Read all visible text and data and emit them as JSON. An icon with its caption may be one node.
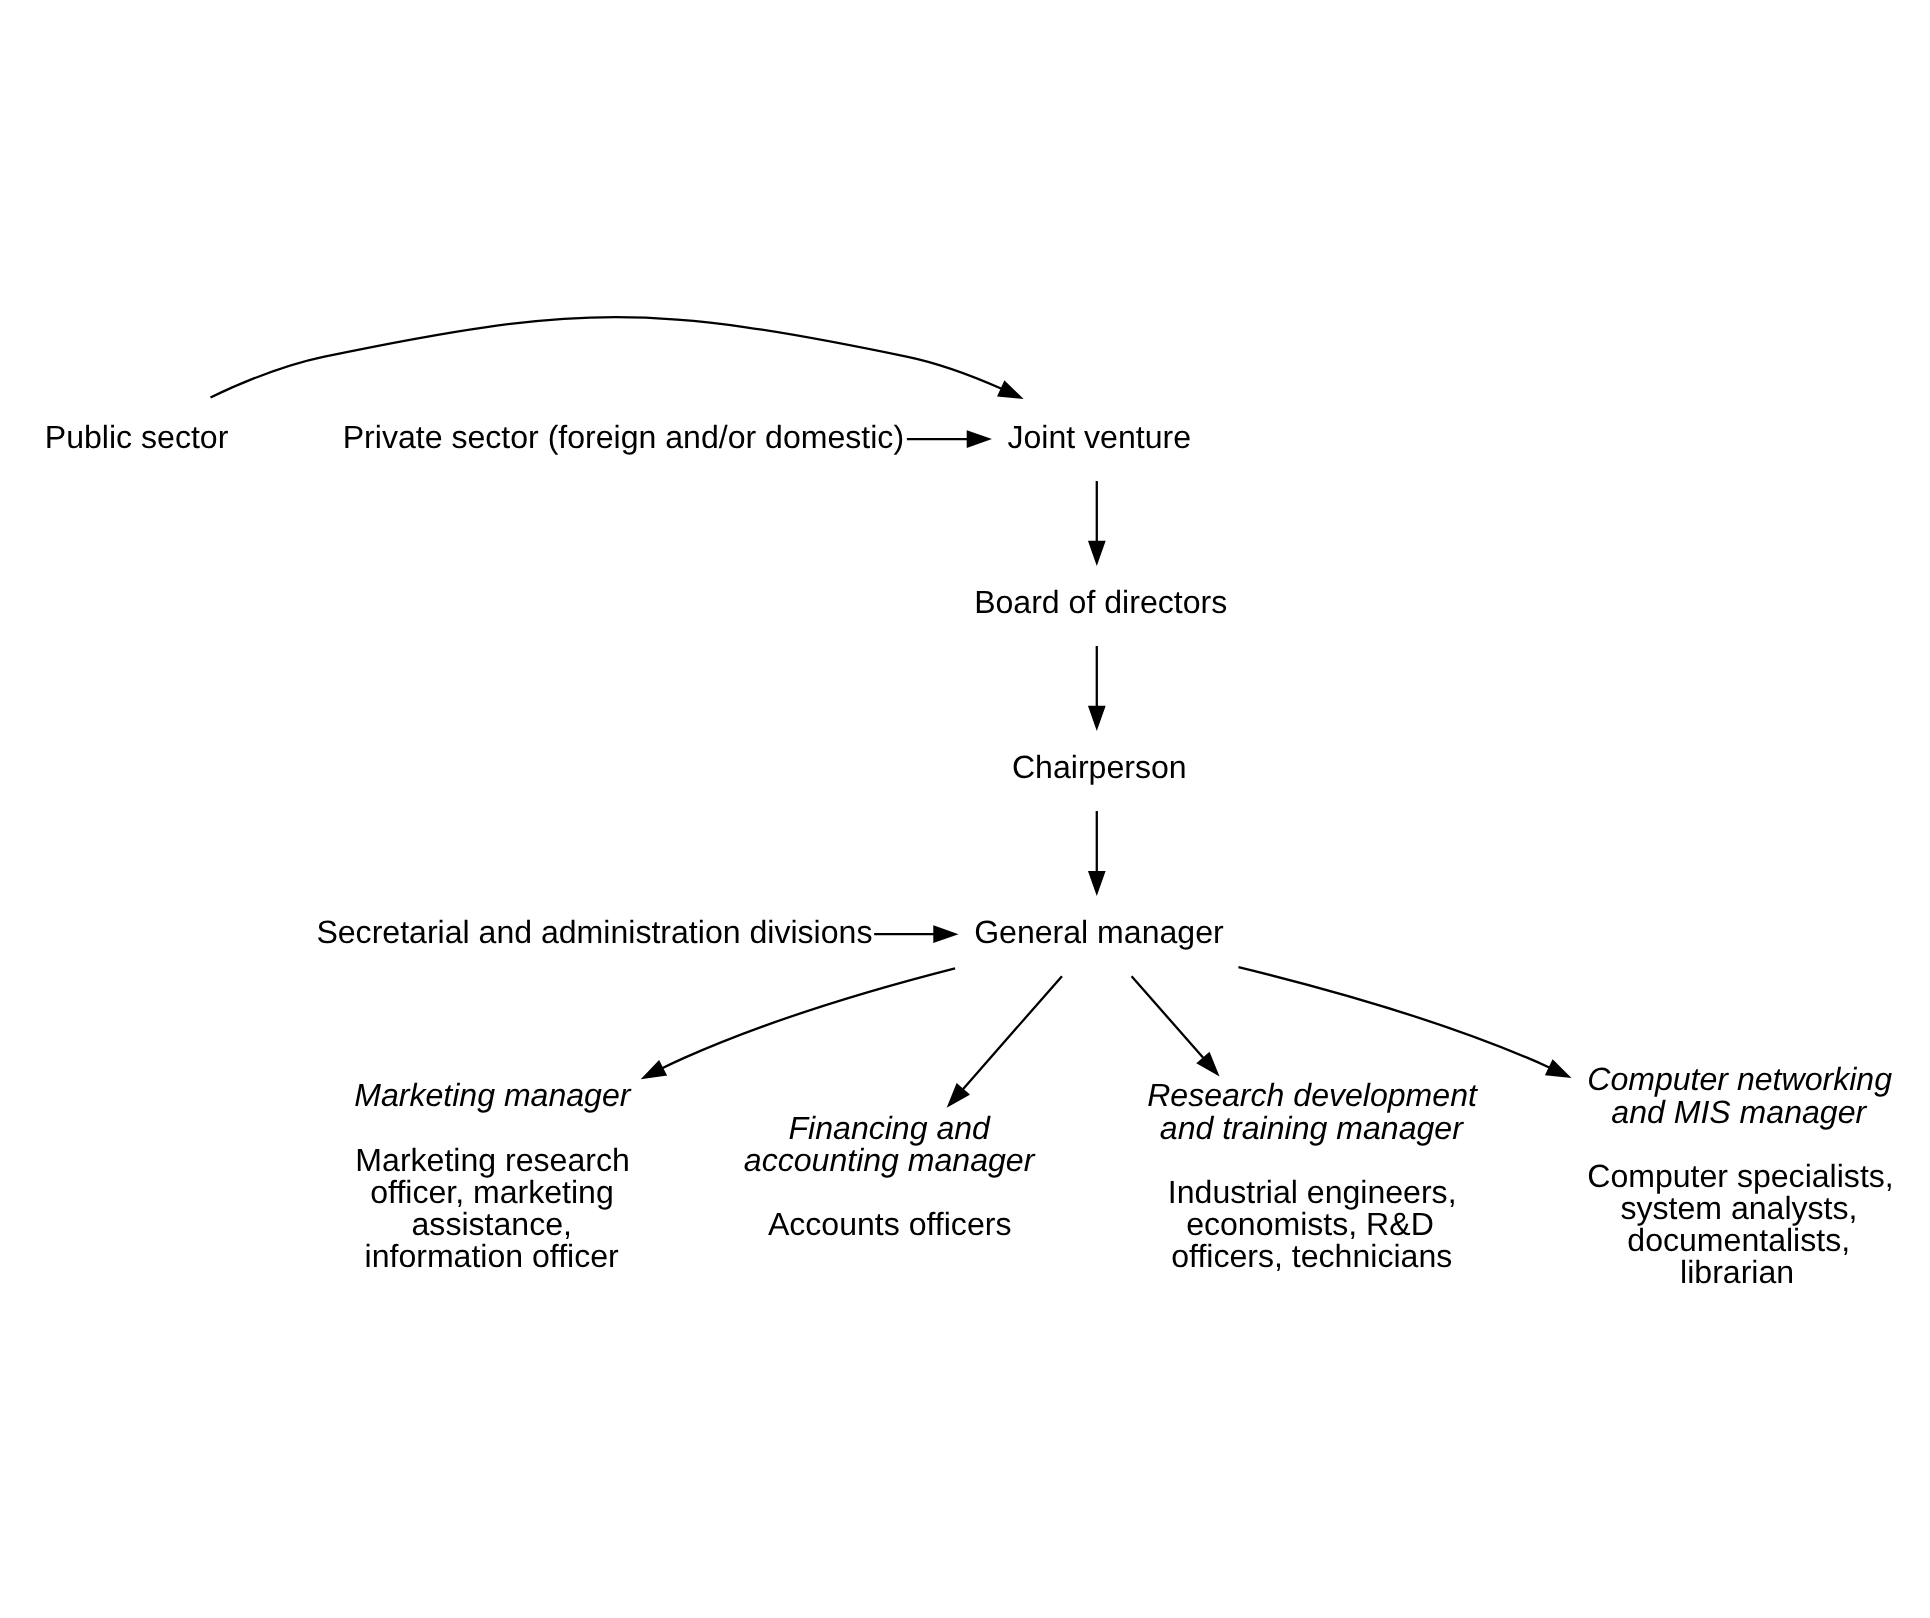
{
  "diagram": {
    "nodes": [
      {
        "text": [
          "Joint venture"
        ]
      },
      {
        "text": [
          "Public sector"
        ]
      },
      {
        "text": [
          "Private sector (foreign and/or domestic)"
        ]
      },
      {
        "text": [
          "Board of directors"
        ]
      },
      {
        "text": [
          "Chairperson"
        ]
      },
      {
        "text": [
          "General manager"
        ]
      },
      {
        "text": [
          "Secretarial and administration divisions"
        ]
      },
      {
        "text": [
          "Marketing manager",
          "Marketing research officer, marketing assistance, information officer"
        ]
      },
      {
        "text": [
          "Financing and accounting manager",
          "Accounts officers"
        ]
      },
      {
        "text": [
          "Research development and training manager",
          "Industrial engineers, economists, R&D officers, technicians"
        ]
      },
      {
        "text": [
          "Computer networking and MIS manager",
          "Computer specialists, system analysts, documentalists, librarian"
        ]
      }
    ],
    "edges": [
      {
        "from": 1,
        "to": 0,
        "arrow": "to"
      },
      {
        "from": 2,
        "to": 0,
        "arrow": "to"
      },
      {
        "from": 0,
        "to": 3,
        "arrow": "to"
      },
      {
        "from": 3,
        "to": 4,
        "arrow": "to"
      },
      {
        "from": 4,
        "to": 5,
        "arrow": "to"
      },
      {
        "from": 6,
        "to": 5,
        "arrow": "to"
      },
      {
        "from": 5,
        "to": 7,
        "arrow": "to"
      },
      {
        "from": 5,
        "to": 8,
        "arrow": "to"
      },
      {
        "from": 5,
        "to": 9,
        "arrow": "to"
      },
      {
        "from": 5,
        "to": 10,
        "arrow": "to"
      }
    ]
  }
}
